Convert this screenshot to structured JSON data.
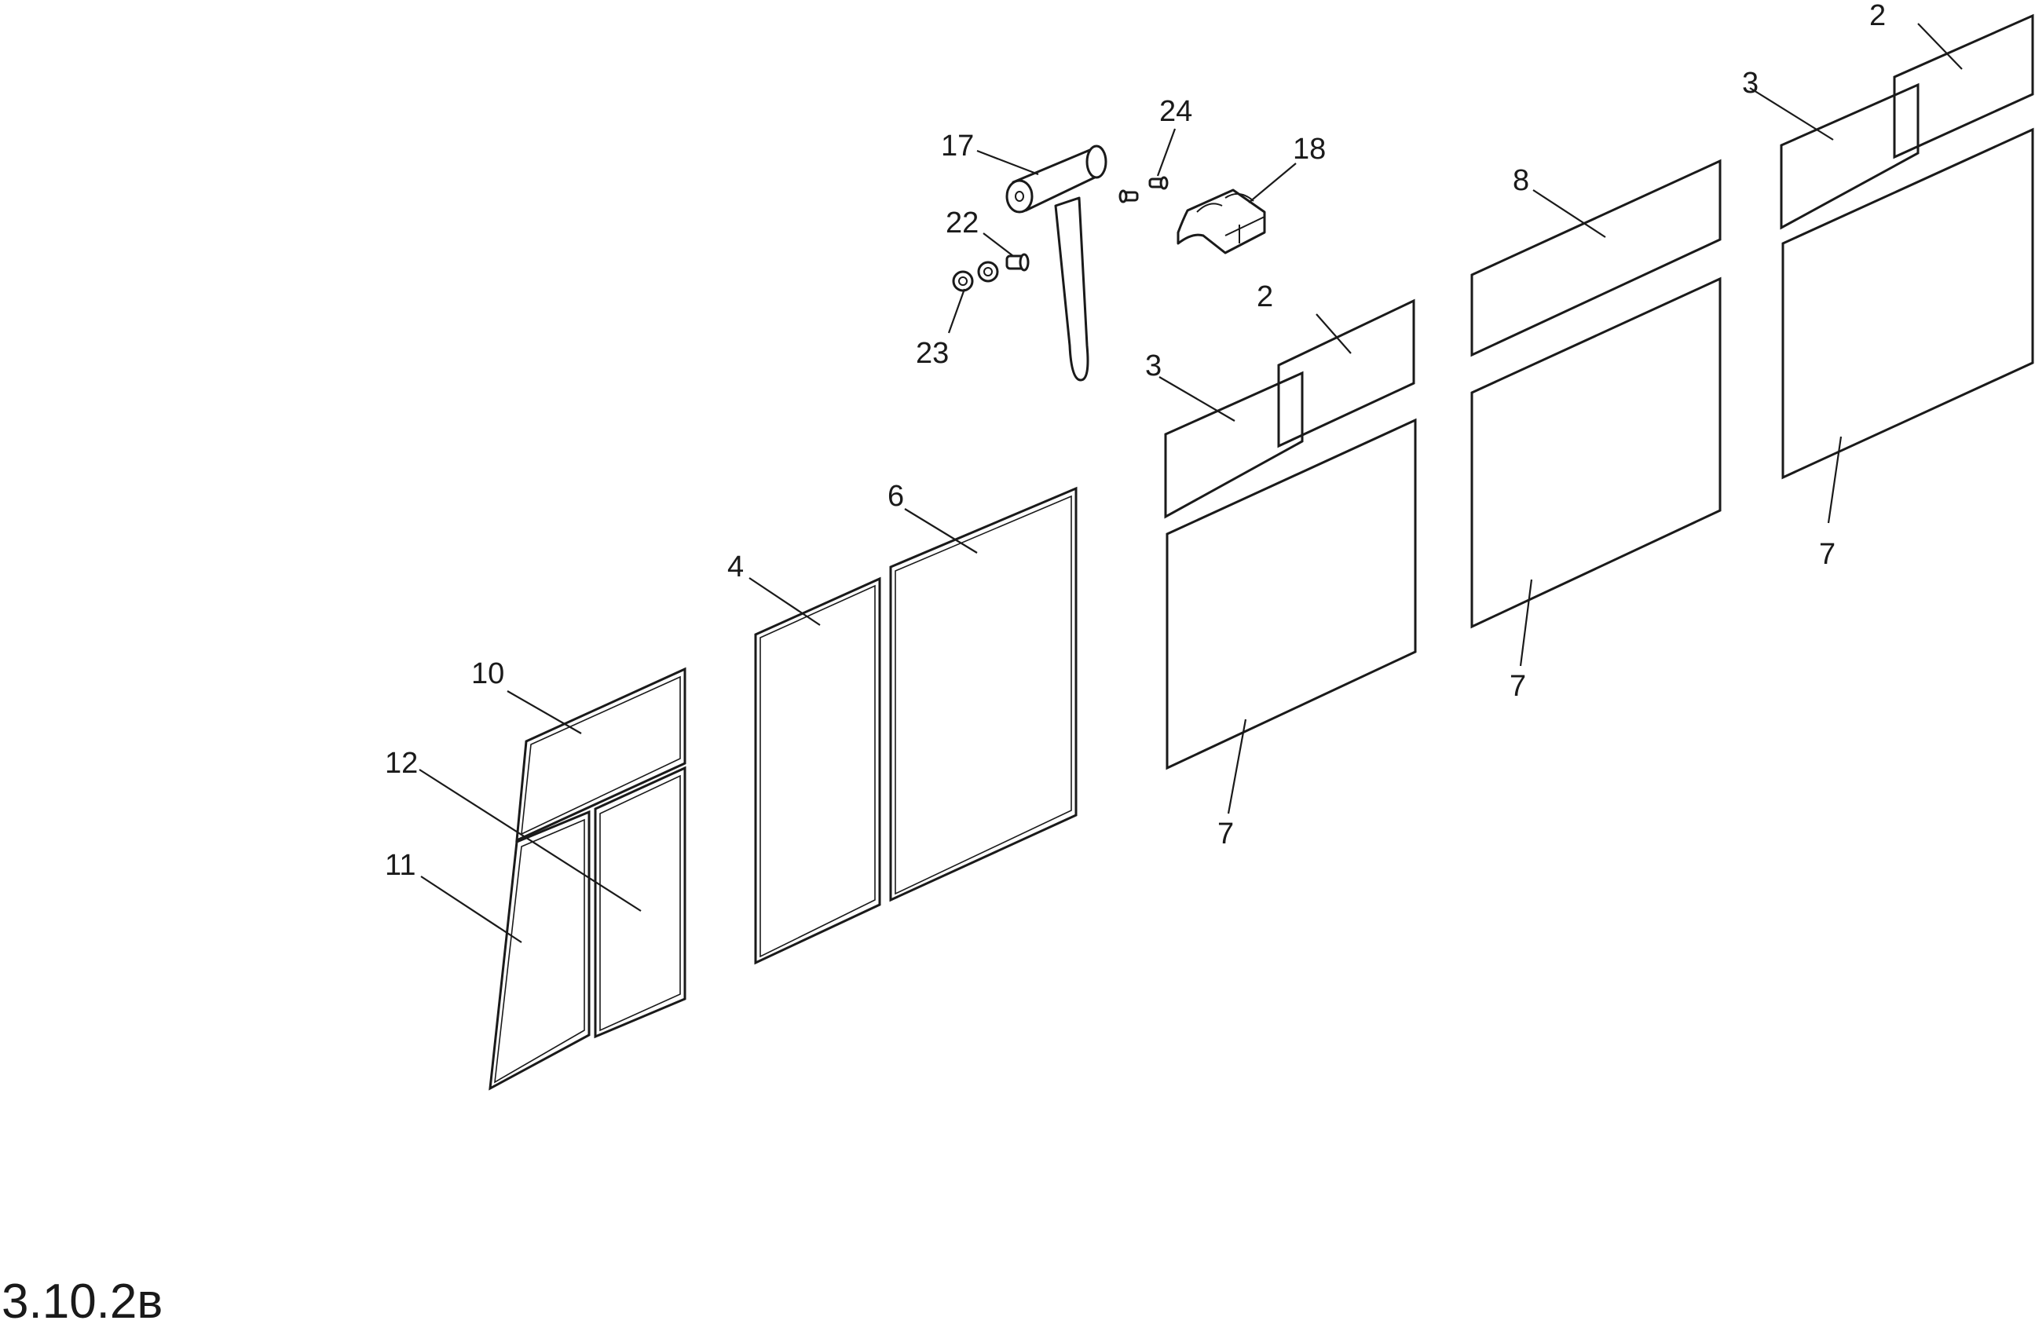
{
  "figure_id": "3.10.2в",
  "callouts": {
    "c2a": "2",
    "c3a": "3",
    "c2b": "2",
    "c3b": "3",
    "c4": "4",
    "c6": "6",
    "c7a": "7",
    "c7b": "7",
    "c7c": "7",
    "c8": "8",
    "c10": "10",
    "c11": "11",
    "c12": "12",
    "c17": "17",
    "c18": "18",
    "c22": "22",
    "c23": "23",
    "c24": "24"
  }
}
